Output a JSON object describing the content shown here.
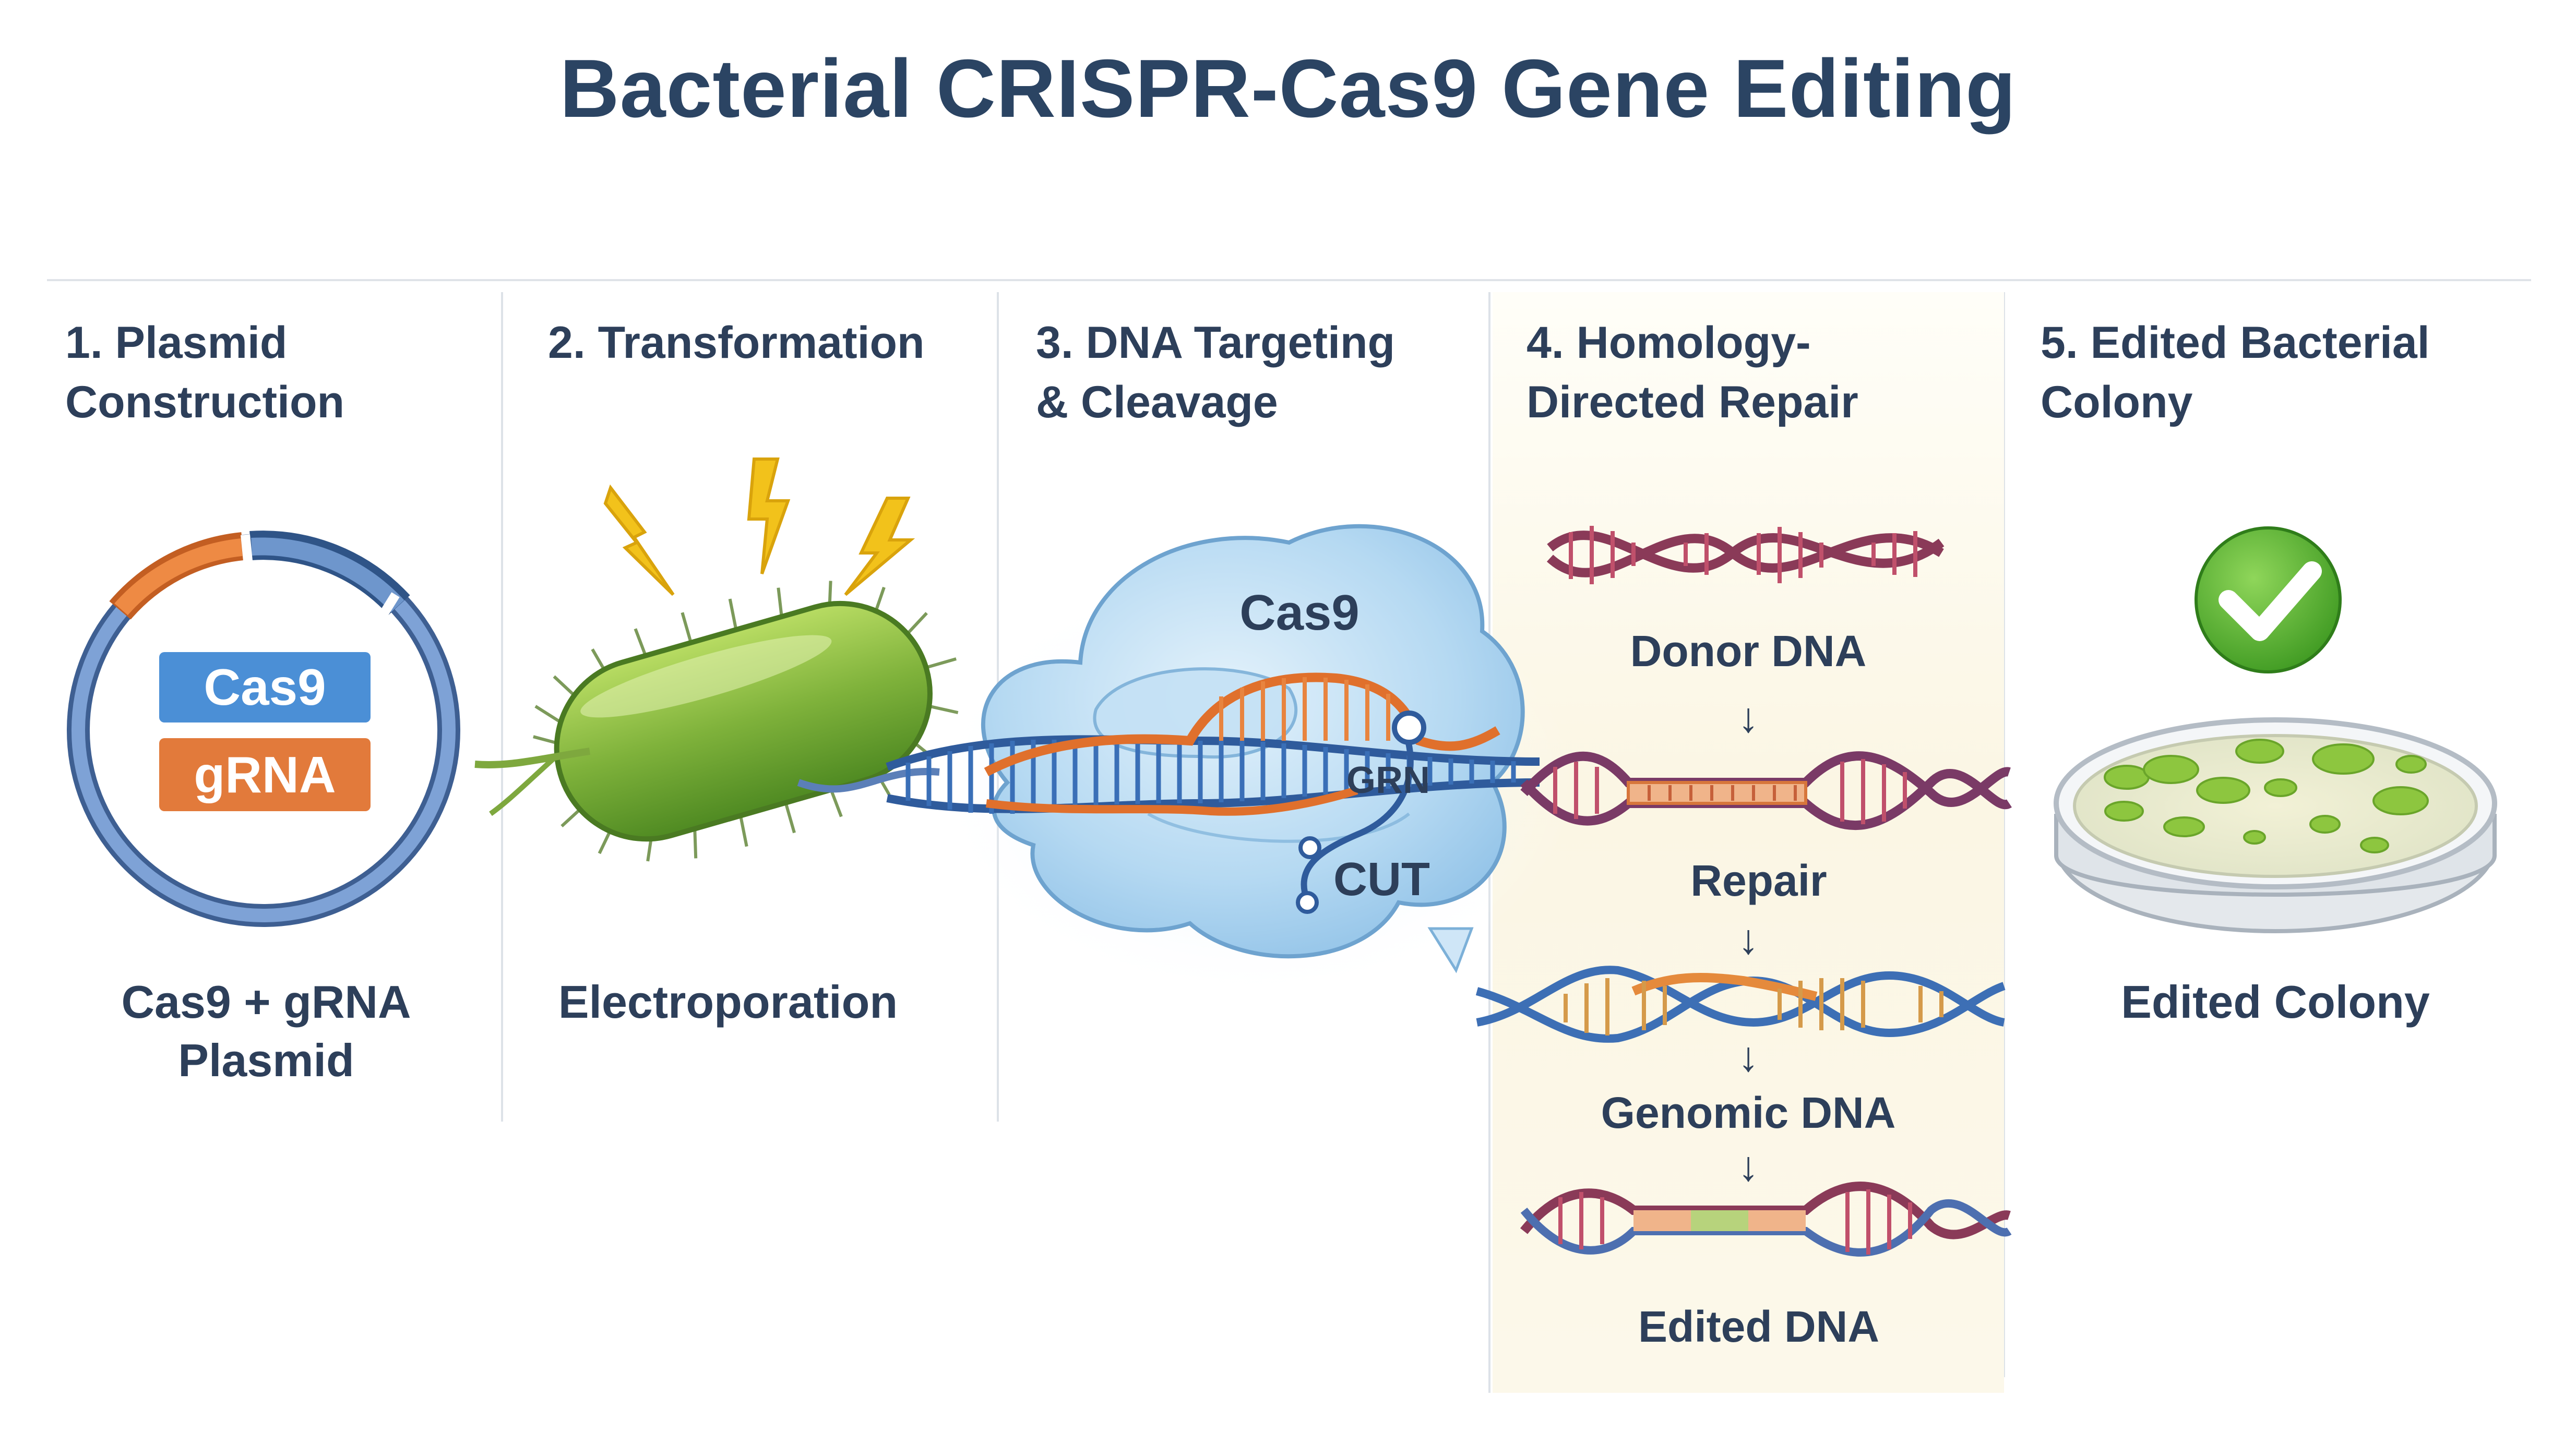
{
  "title": "Bacterial CRISPR-Cas9 Gene Editing",
  "steps": [
    {
      "heading": "1. Plasmid\n    Construction",
      "caption": "Cas9 + gRNA\nPlasmid"
    },
    {
      "heading": "2. Transformation",
      "caption": "Electroporation"
    },
    {
      "heading": "3. DNA Targeting\n    & Cleavage",
      "caption": ""
    },
    {
      "heading": "4. Homology-\n    Directed Repair",
      "caption": ""
    },
    {
      "heading": "5. Edited Bacterial\n    Colony",
      "caption": "Edited Colony"
    }
  ],
  "plasmid": {
    "cas9_label": "Cas9",
    "grna_label": "gRNA"
  },
  "cleavage": {
    "protein_label": "Cas9",
    "grna_label": "GRN",
    "cut_label": "CUT"
  },
  "repair": {
    "donor_label": "Donor DNA",
    "repair_label": "Repair",
    "genomic_label": "Genomic DNA",
    "edited_label": "Edited DNA",
    "arrow_glyph": "↓"
  },
  "colors": {
    "title": "#2b4463",
    "cas9_box": "#4b8fd6",
    "grna_box": "#e27a3b",
    "plasmid_ring": "#5f86bf",
    "bacterium": "#7fb23b",
    "bolt": "#f2c21b",
    "cas9_blob": "#a9d2ef",
    "check": "#5cb531"
  },
  "icons": [
    "lightning-bolt-icon",
    "check-circle-icon"
  ]
}
